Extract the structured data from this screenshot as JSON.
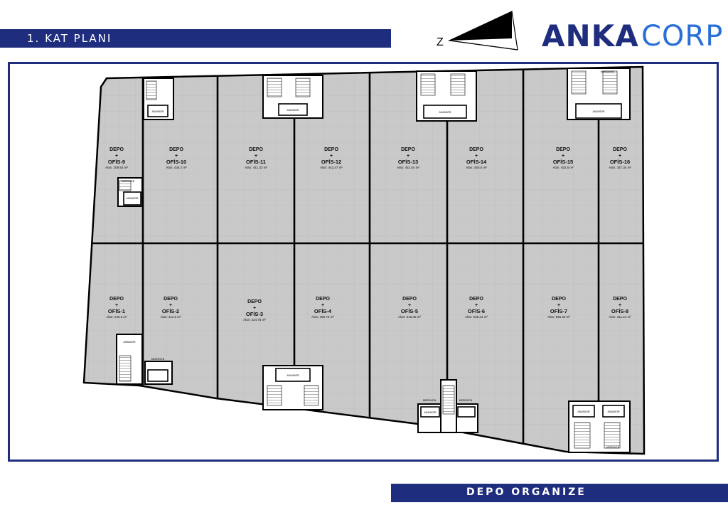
{
  "header": {
    "title": "1. KAT PLANI"
  },
  "north": {
    "label": "Z"
  },
  "logo": {
    "part1": "ANKA",
    "part2": "CORP"
  },
  "footer": {
    "label": "DEPO ORGANIZE"
  },
  "plan": {
    "unit_prefix": "DEPO",
    "plus": "+",
    "area_prefix": "Alan:",
    "units": [
      {
        "name": "OFİS-9",
        "area": "209.93 m²"
      },
      {
        "name": "OFİS-10",
        "area": "436.2 m²"
      },
      {
        "name": "OFİS-11",
        "area": "441.33 m²"
      },
      {
        "name": "OFİS-12",
        "area": "443.47 m²"
      },
      {
        "name": "OFİS-13",
        "area": "451.54 m²"
      },
      {
        "name": "OFİS-14",
        "area": "450.5 m²"
      },
      {
        "name": "OFİS-15",
        "area": "452.5 m²"
      },
      {
        "name": "OFİS-16",
        "area": "347.34 m²"
      },
      {
        "name": "OFİS-1",
        "area": "246.5 m²"
      },
      {
        "name": "OFİS-2",
        "area": "411.5 m²"
      },
      {
        "name": "OFİS-3",
        "area": "424.75 m²"
      },
      {
        "name": "OFİS-4",
        "area": "485.76 m²"
      },
      {
        "name": "OFİS-5",
        "area": "515.05 m²"
      },
      {
        "name": "OFİS-6",
        "area": "535.24 m²"
      },
      {
        "name": "OFİS-7",
        "area": "546.30 m²"
      },
      {
        "name": "OFİS-8",
        "area": "311.21 m²"
      }
    ],
    "room_labels": {
      "stair": "MERDİVEN",
      "elevator": "ASANSÖR"
    }
  }
}
